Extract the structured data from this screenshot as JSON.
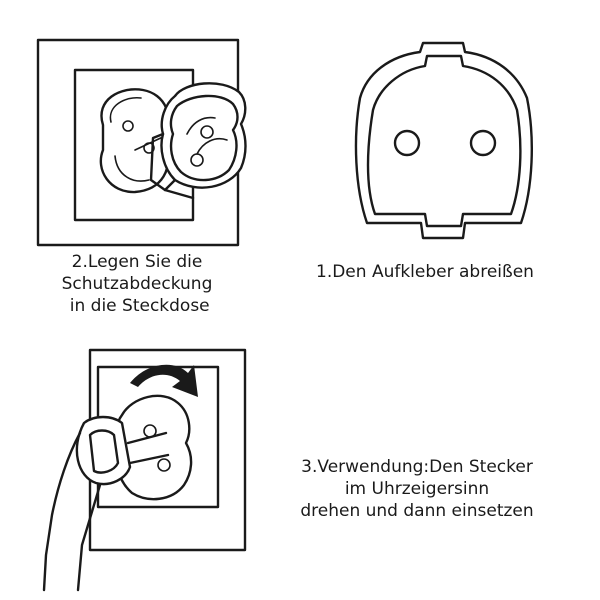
{
  "steps": [
    {
      "lines": [
        "1.Den Aufkleber abreißen"
      ]
    },
    {
      "lines": [
        "2.Legen Sie die",
        "Schutzabdeckung",
        " in die Steckdose"
      ]
    },
    {
      "lines": [
        "3.Verwendung:Den Stecker",
        "im Uhrzeigersinn",
        "drehen und dann einsetzen"
      ]
    }
  ]
}
